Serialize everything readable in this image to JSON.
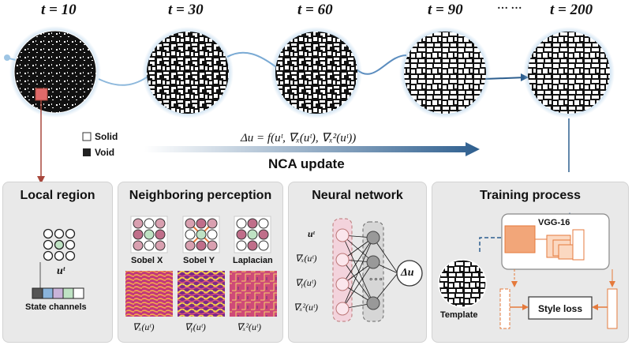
{
  "timesteps": {
    "t10": "t = 10",
    "t30": "t = 30",
    "t60": "t = 60",
    "t90": "t = 90",
    "ellipsis": "… …",
    "t200": "t = 200"
  },
  "legend": {
    "solid": "Solid",
    "void": "Void"
  },
  "update": {
    "equation": "Δu = f(uᵗ, ∇ₓ(uᵗ), ∇ₓ²(uᵗ))",
    "label": "NCA update"
  },
  "local_region": {
    "title": "Local region",
    "state_symbol": "uᵗ",
    "state_channels": "State channels",
    "channel_colors": [
      "#555555",
      "#8ab4dc",
      "#c9b3d9",
      "#bfe3c4",
      "#ffffff"
    ]
  },
  "perception": {
    "title": "Neighboring perception",
    "sobel_x": "Sobel X",
    "sobel_y": "Sobel Y",
    "laplacian": "Laplacian",
    "grad_x": "∇ₓ(uᵗ)",
    "grad_y": "∇ᵧ(uᵗ)",
    "lap": "∇ₓ²(uᵗ)"
  },
  "network": {
    "title": "Neural network",
    "inputs": [
      "uᵗ",
      "∇ₓ(uᵗ)",
      "∇ᵧ(uᵗ)",
      "∇ₓ²(uᵗ)"
    ],
    "output": "Δu",
    "hidden_dots": "∘∘∘"
  },
  "training": {
    "title": "Training process",
    "vgg": "VGG-16",
    "template": "Template",
    "style_loss": "Style loss"
  },
  "colors": {
    "accent_blue": "#2e5f8f",
    "connector_red": "#a8473c",
    "vgg_orange": "#e57a3c",
    "panel_bg": "#e9e9e9"
  }
}
